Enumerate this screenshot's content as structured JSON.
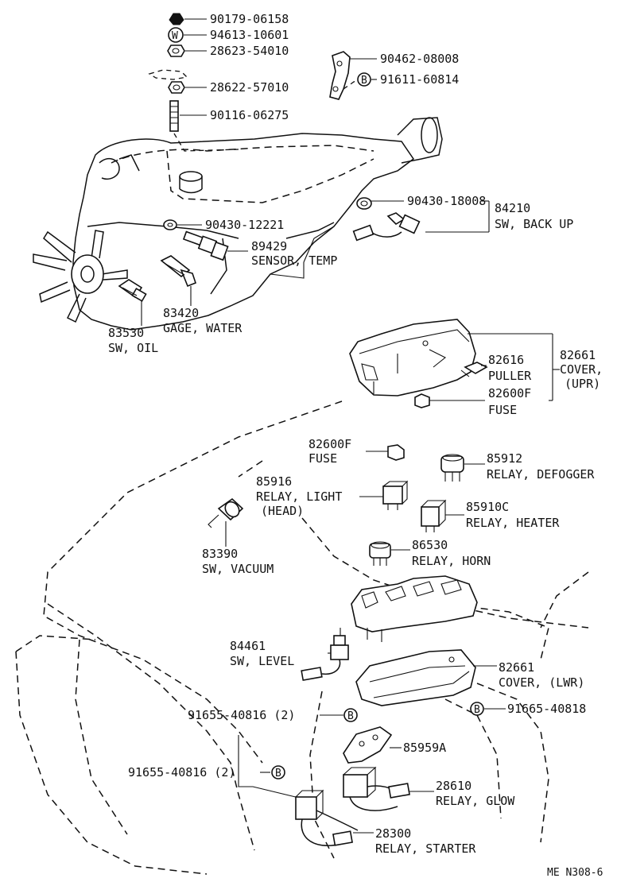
{
  "labels": {
    "p90179": "90179-06158",
    "p94613": "94613-10601",
    "p28623": "28623-54010",
    "p28622": "28622-57010",
    "p90116": "90116-06275",
    "p90462": "90462-08008",
    "p91611": "91611-60814",
    "p90430_18008": "90430-18008",
    "p84210": "84210",
    "p84210_name": "SW, BACK UP",
    "p90430_12221": "90430-12221",
    "p89429": "89429",
    "p89429_name": "SENSOR, TEMP",
    "p83420": "83420",
    "p83420_name": "GAGE, WATER",
    "p83530": "83530",
    "p83530_name": "SW, OIL",
    "p82616": "82616",
    "p82616_name": "PULLER",
    "p82661u": "82661",
    "p82661u_name1": "COVER,",
    "p82661u_name2": "(UPR)",
    "p82600f_a": "82600F",
    "p82600f_a_name": "FUSE",
    "p82600f_b": "82600F",
    "p82600f_b_name": "FUSE",
    "p85912": "85912",
    "p85912_name": "RELAY, DEFOGGER",
    "p85916": "85916",
    "p85916_name1": "RELAY, LIGHT",
    "p85916_name2": "(HEAD)",
    "p85910c": "85910C",
    "p85910c_name": "RELAY, HEATER",
    "p83390": "83390",
    "p83390_name": "SW, VACUUM",
    "p86530": "86530",
    "p86530_name": "RELAY, HORN",
    "p84461": "84461",
    "p84461_name": "SW, LEVEL",
    "p82661l": "82661",
    "p82661l_name": "COVER,  (LWR)",
    "p91655_a": "91655-40816 (2)",
    "p91665": "91665-40818",
    "p85959a": "85959A",
    "p91655_b": "91655-40816 (2)",
    "p28610": "28610",
    "p28610_name": "RELAY, GLOW",
    "p28300": "28300",
    "p28300_name": "RELAY, STARTER",
    "footer": "ME  N308-6",
    "washer_mark": "W",
    "bolt_mark": "B"
  }
}
